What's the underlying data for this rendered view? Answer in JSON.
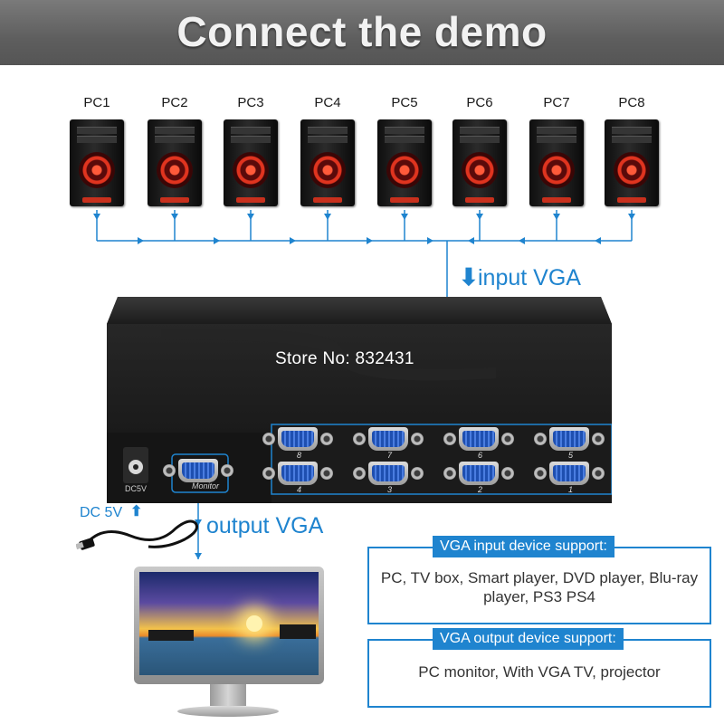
{
  "header": {
    "title": "Connect the demo"
  },
  "pcs": [
    "PC1",
    "PC2",
    "PC3",
    "PC4",
    "PC5",
    "PC6",
    "PC7",
    "PC8"
  ],
  "labels": {
    "input": "input VGA",
    "output": "output VGA",
    "dc": "DC 5V"
  },
  "device": {
    "store": "Store No: 832431",
    "monitor_port_label": "Monitor",
    "power_label": "DC5V",
    "port_numbers": [
      "8",
      "7",
      "6",
      "5",
      "4",
      "3",
      "2",
      "1"
    ]
  },
  "info": {
    "input_title": "VGA input device support:",
    "input_text": "PC, TV box, Smart player, DVD player, Blu-ray player, PS3 PS4",
    "output_title": "VGA output device support:",
    "output_text": "PC monitor, With VGA TV, projector"
  },
  "colors": {
    "accent": "#1f84cf",
    "header_bg": "#6a6a6a"
  }
}
